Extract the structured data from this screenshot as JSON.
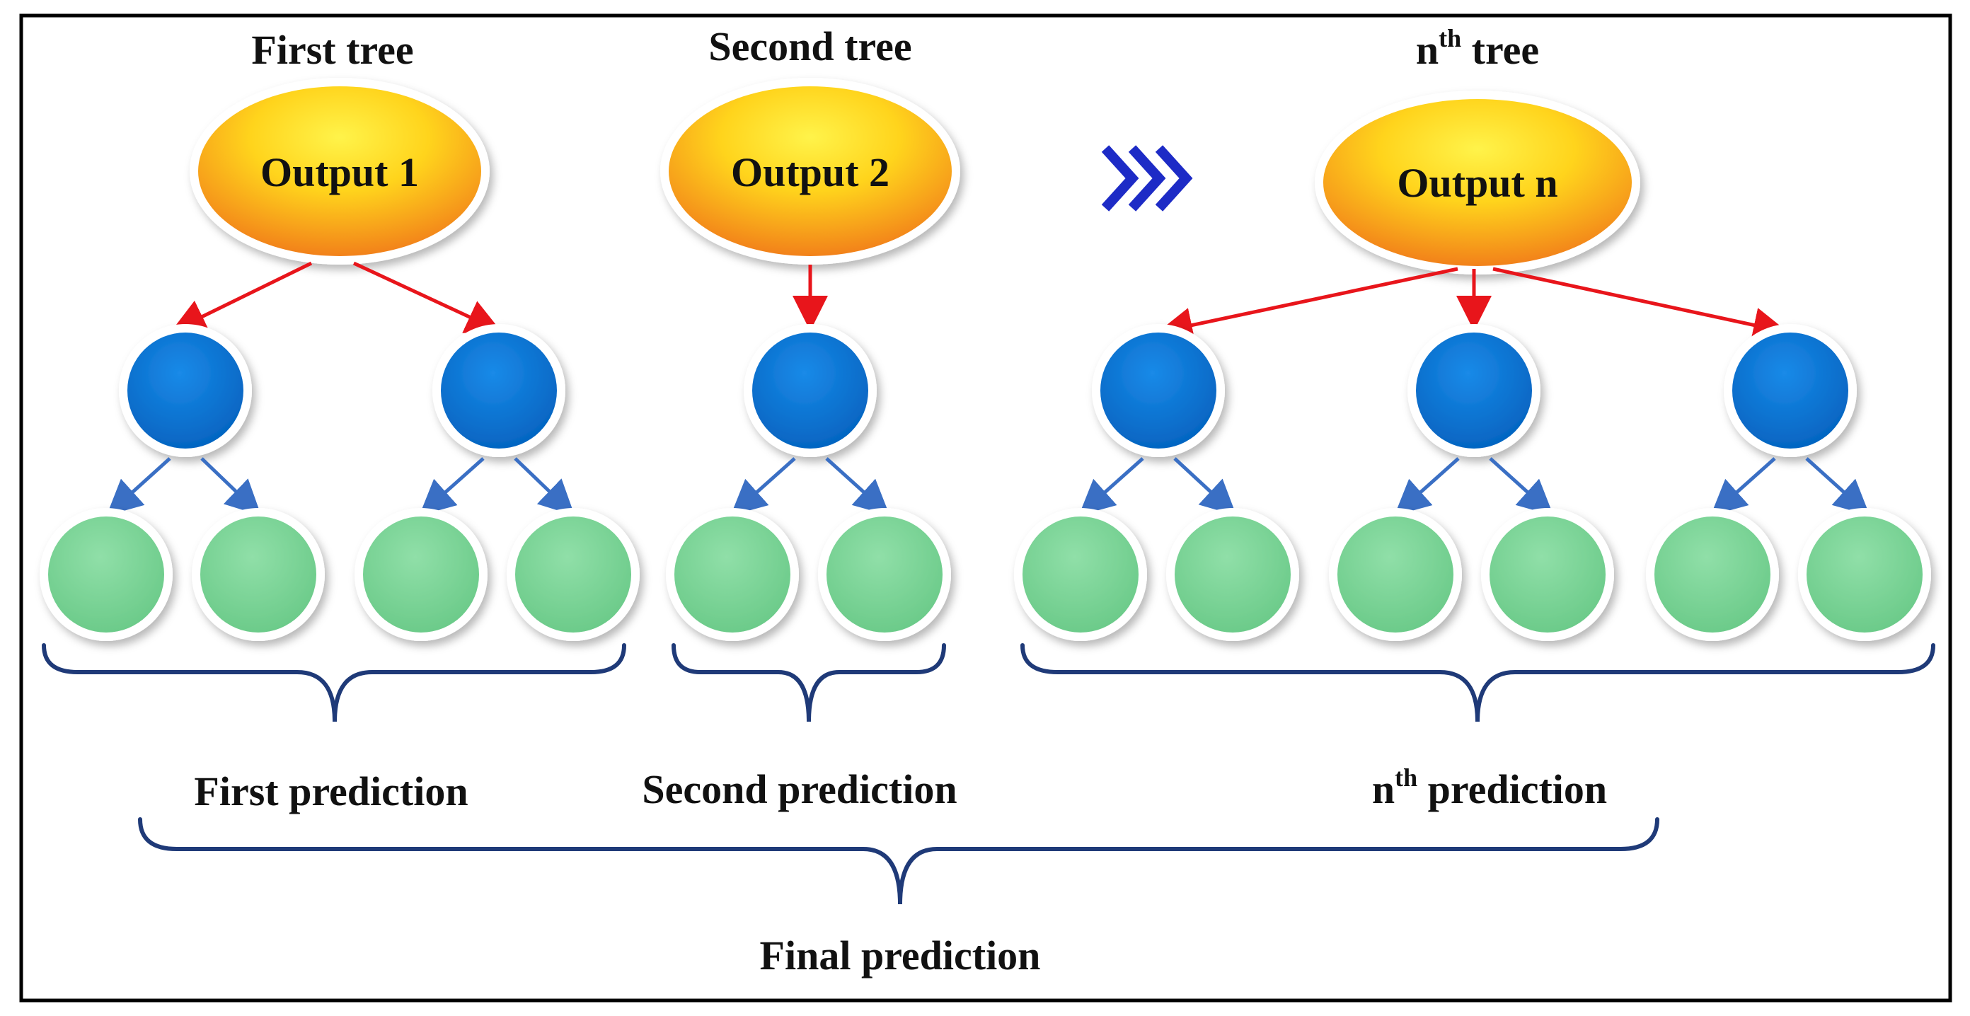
{
  "trees": [
    {
      "title_main": "First tree",
      "title_sup": "",
      "title_tail": "",
      "root_label": "Output 1",
      "prediction_main": "First prediction",
      "prediction_sup": "",
      "prediction_tail": ""
    },
    {
      "title_main": "Second tree",
      "title_sup": "",
      "title_tail": "",
      "root_label": "Output 2",
      "prediction_main": "Second prediction",
      "prediction_sup": "",
      "prediction_tail": ""
    },
    {
      "title_main": "n",
      "title_sup": "th",
      "title_tail": " tree",
      "root_label": "Output n",
      "prediction_main": "n",
      "prediction_sup": "th",
      "prediction_tail": " prediction"
    }
  ],
  "final_prediction": "Final prediction",
  "colors": {
    "border": "#000000",
    "red_arrow": "#e8151b",
    "blue_arrow": "#3a6fc4",
    "internal_node": "#0a78d9",
    "leaf_node": "#80d59a",
    "brace": "#1f3a78",
    "chevron": "#1d2bc6",
    "ellipse_top": "#ffe812",
    "ellipse_bottom": "#f48a1a"
  }
}
